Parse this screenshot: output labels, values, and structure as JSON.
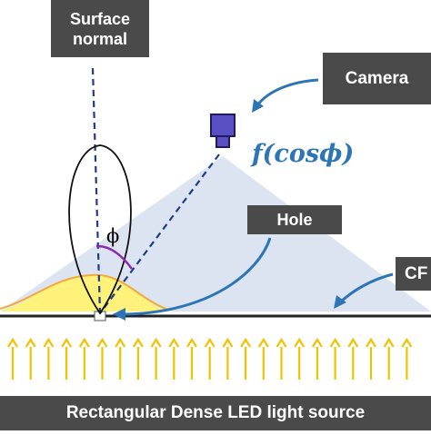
{
  "labels": {
    "surface_normal_line1": "Surface",
    "surface_normal_line2": "normal",
    "camera": "Camera",
    "formula": "f(cosϕ)",
    "angle_symbol": "ϕ",
    "hole": "Hole",
    "cf_partial": "CF",
    "light_source": "Rectangular Dense LED light source"
  },
  "colors": {
    "label_background": "#4a4a4a",
    "label_text": "#ffffff",
    "camera_body": "#5b4fc4",
    "camera_outline": "#1f1a66",
    "view_cone": "#dde4f1",
    "yellow_fill": "#fff27a",
    "yellow_curve": "#f2a93b",
    "annotation_arrow": "#2e75b6",
    "normal_line": "#1f3c88",
    "angle_arc": "#8a2bb5",
    "led_arrow": "#f2c200"
  },
  "icons": [
    "camera-icon",
    "led-arrow-icon"
  ]
}
